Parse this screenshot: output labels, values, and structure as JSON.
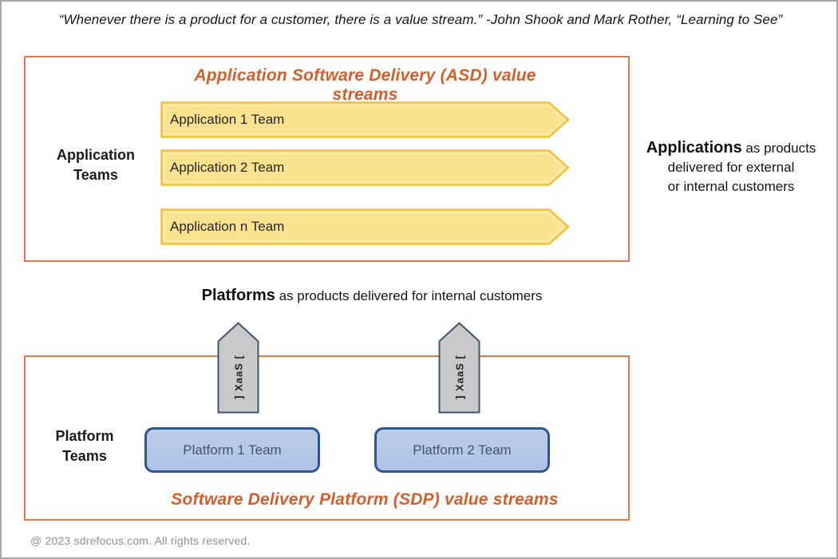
{
  "quote": "“Whenever there is a product for a customer, there is a value stream.” -John Shook and Mark Rother, “Learning to See”",
  "asd": {
    "title": "Application Software Delivery (ASD) value streams",
    "side_label": "Application Teams",
    "arrows": [
      "Application 1 Team",
      "Application 2 Team",
      "Application n Team"
    ]
  },
  "applications_note": {
    "bold": "Applications",
    "line1_rest": " as products",
    "line2": "delivered for external",
    "line3": "or internal customers"
  },
  "platforms_note": {
    "bold": "Platforms",
    "rest": " as products delivered for internal customers"
  },
  "xaas": {
    "label": "] XaaS ["
  },
  "sdp": {
    "title": "Software Delivery Platform (SDP) value streams",
    "side_label": "Platform Teams",
    "teams": [
      "Platform 1 Team",
      "Platform 2 Team"
    ]
  },
  "footer": "@ 2023 sdrefocus.com. All rights reserved.",
  "colors": {
    "box_border_orange": "#db7c4c",
    "title_orange": "#d05f2c",
    "arrow_fill_yellow": "#fbe28f",
    "arrow_border_gold": "#efc23a",
    "connector_fill_gray": "#c9c9cb",
    "connector_border_navy": "#44546a",
    "team_fill_blue": "#b5c7e8",
    "team_border_blue": "#2e5697"
  }
}
